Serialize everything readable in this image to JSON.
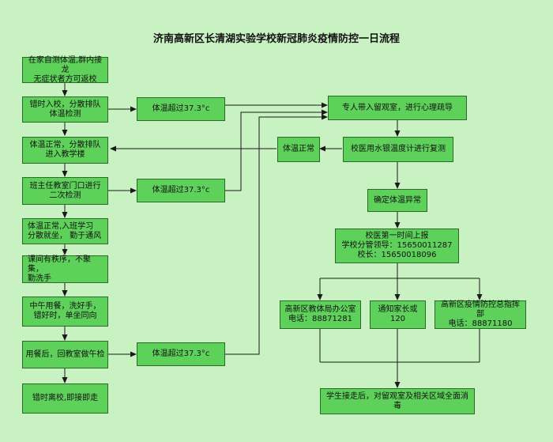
{
  "title": "济南高新区长清湖实验学校新冠肺炎疫情防控一日流程",
  "colors": {
    "background": "#c9f2c3",
    "box_fill": "#5ed15b",
    "box_border": "#2c6a2a",
    "line": "#1a1a1a"
  },
  "left_column": [
    "在家自测体温,群内接龙\n无症状者方可返校",
    "错时入校，分散排队\n体温检测",
    "体温正常，分散排队\n进入教学楼",
    "班主任教室门口进行\n二次检测",
    "体温正常,入班学习\n分散就坐，  勤于通风",
    "课间有秩序，不聚集，\n勤洗手",
    "中午用餐，洗好手，\n错好时，单坐同向",
    "用餐后，回教室做午检",
    "错时离校,即接即走"
  ],
  "temp_over": [
    "体温超过37.3°c",
    "体温超过37.3°c",
    "体温超过37.3°c"
  ],
  "right_column": {
    "isolation": "专人带入留观室，进行心理疏导",
    "retest": "校医用水银温度计进行复测",
    "normal": "体温正常",
    "abnormal": "确定体温异常",
    "report": "校医第一时间上报\n学校分管领导：15650011287\n校长：15650018096",
    "edu_bureau": "高新区教体局办公室\n电话：88871281",
    "parents": "通知家长或\n120",
    "command": "高新区疫情防控总指挥部\n电话：88871180",
    "disinfect": "学生接走后，对留观室及相关区域全面消毒"
  }
}
